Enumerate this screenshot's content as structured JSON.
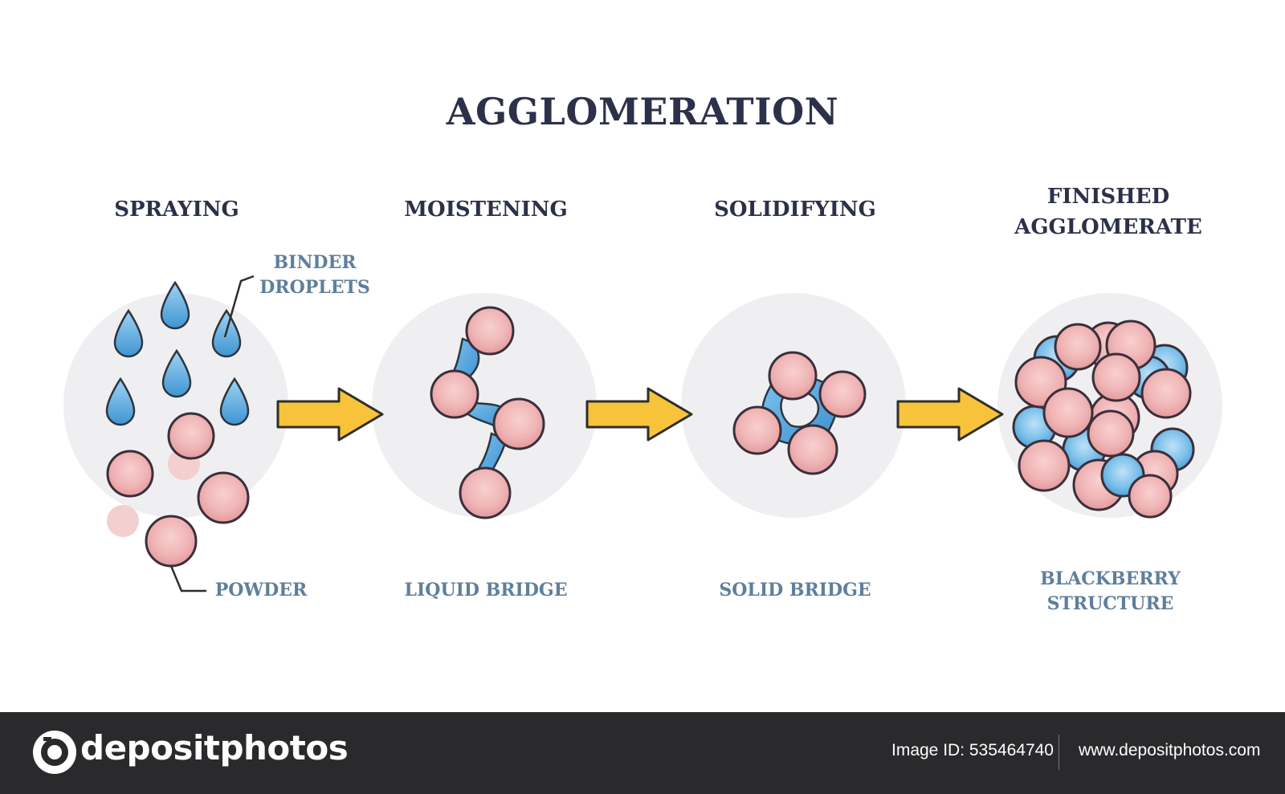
{
  "title": "AGGLOMERATION",
  "stages": [
    {
      "title": "SPRAYING",
      "caption": "POWDER"
    },
    {
      "title": "MOISTENING",
      "caption": "LIQUID BRIDGE"
    },
    {
      "title": "SOLIDIFYING",
      "caption": "SOLID BRIDGE"
    },
    {
      "title": "FINISHED AGGLOMERATE",
      "caption": "BLACKBERRY STRUCTURE"
    }
  ],
  "annotations": {
    "binder_droplets": "BINDER DROPLETS"
  },
  "colors": {
    "particle_fill": "#f0b5b6",
    "particle_stroke": "#3a2f3a",
    "droplet_fill": "#5fb0e3",
    "bridge_fill": "#4a9fdc",
    "arrow_fill": "#f7c33b",
    "circle_bg": "#efeff1",
    "title_color": "#2c3149",
    "label_color": "#5f7f9c"
  },
  "footer": {
    "brand": "depositphotos",
    "image_id": "Image ID: 535464740",
    "site": "www.depositphotos.com"
  }
}
